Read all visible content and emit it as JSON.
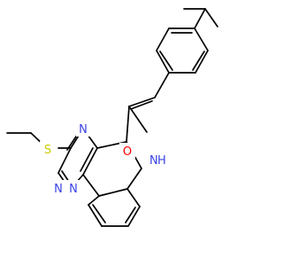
{
  "colors": {
    "carbon_bond": "#000000",
    "nitrogen": "#3a43e6",
    "oxygen": "#ff0000",
    "sulfur": "#cccc00"
  },
  "atoms": {
    "s_label": "S",
    "o_label": "O",
    "nh_label": "N",
    "nh_h": "H",
    "n1_label": "N",
    "n2_label": "N",
    "n3_label": "N"
  }
}
